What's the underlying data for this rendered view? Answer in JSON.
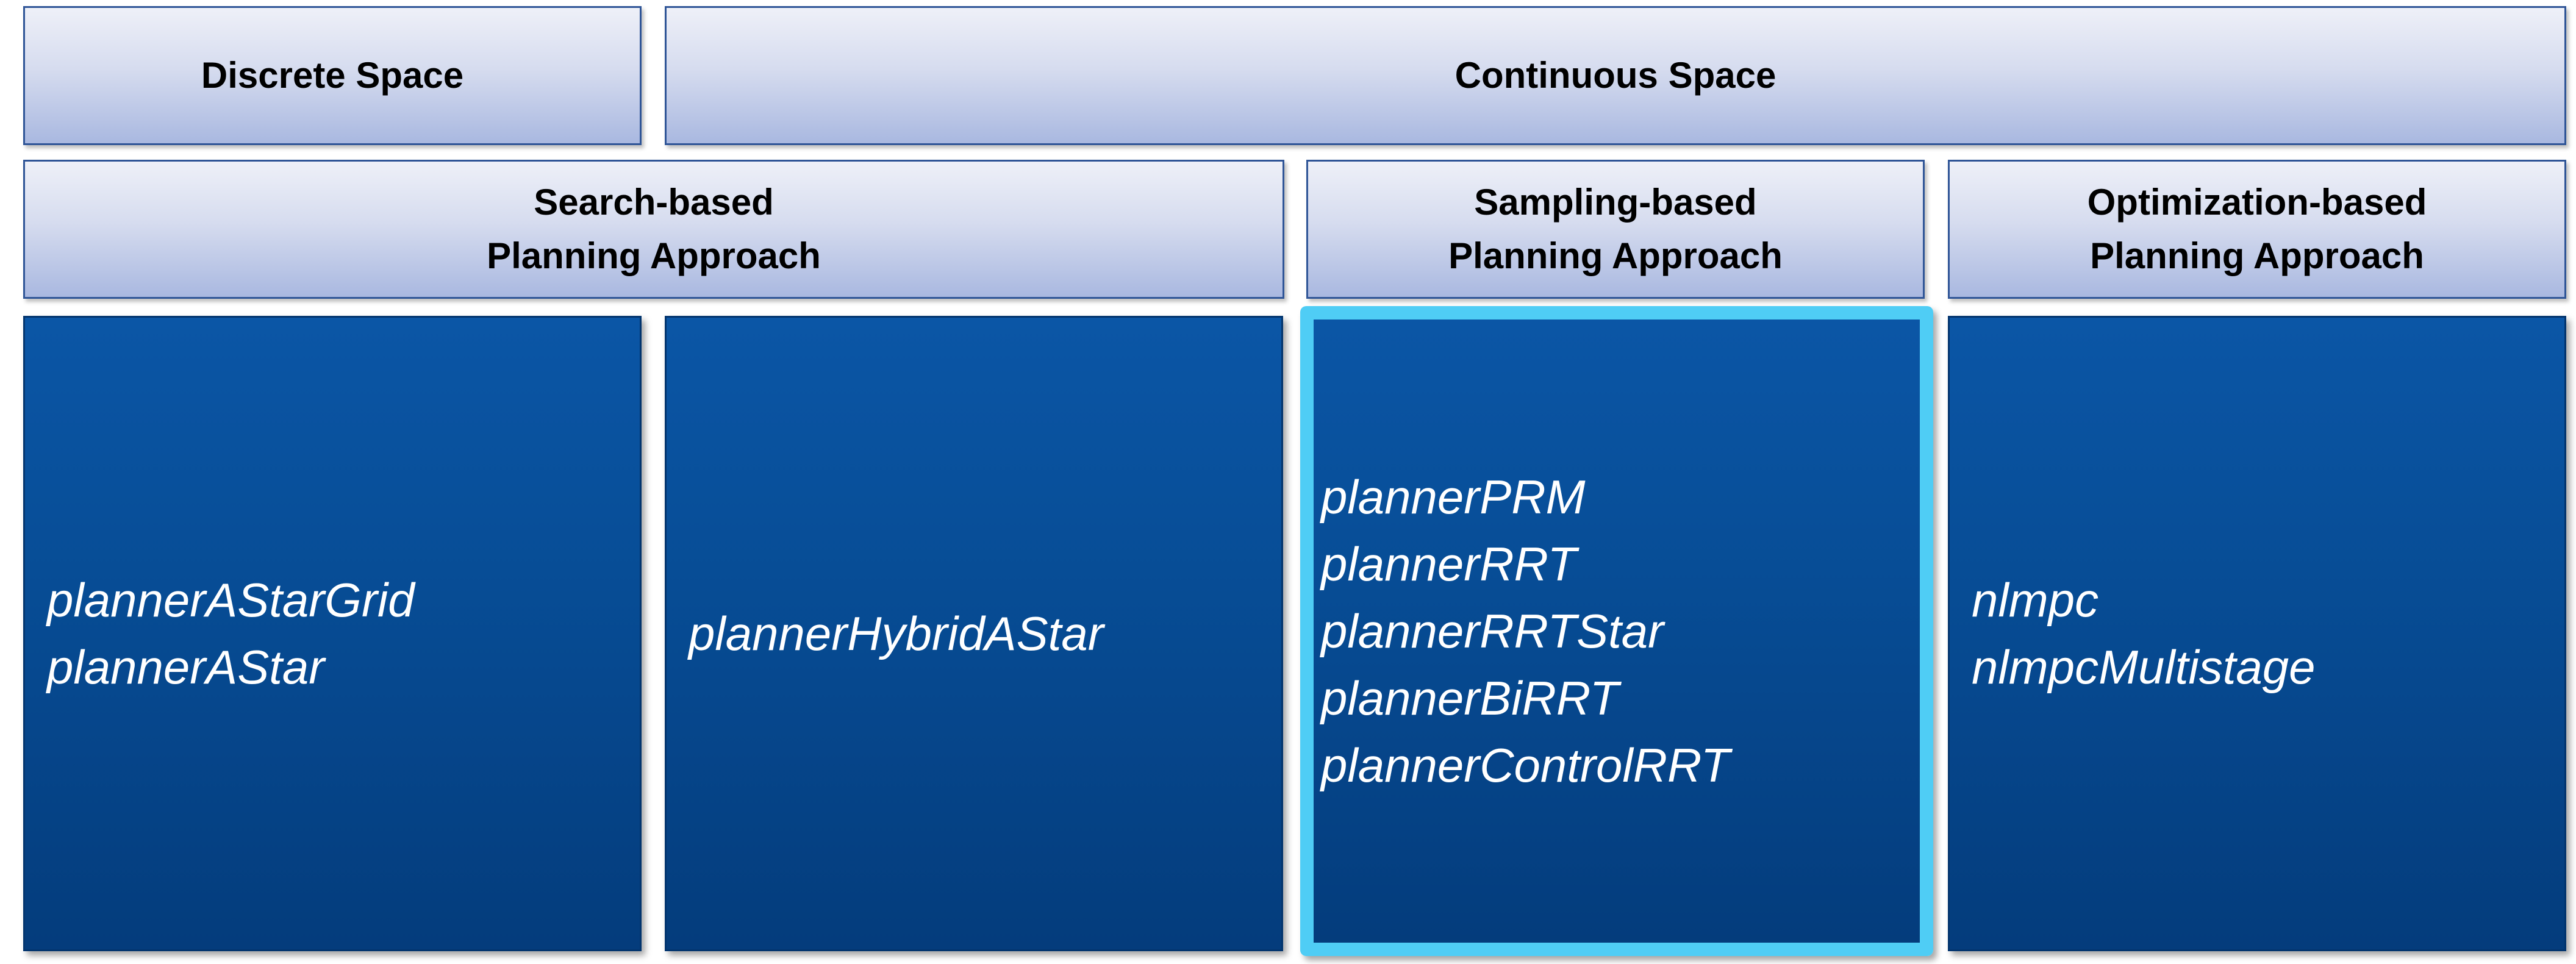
{
  "headers": {
    "discrete": "Discrete Space",
    "continuous": "Continuous Space",
    "search": {
      "line1": "Search-based",
      "line2": "Planning Approach"
    },
    "sampling": {
      "line1": "Sampling-based",
      "line2": "Planning Approach"
    },
    "optimization": {
      "line1": "Optimization-based",
      "line2": "Planning Approach"
    }
  },
  "boxes": {
    "search_discrete": [
      "plannerAStarGrid",
      "plannerAStar"
    ],
    "search_continuous": [
      "plannerHybridAStar"
    ],
    "sampling": [
      "plannerPRM",
      "plannerRRT",
      "plannerRRTStar",
      "plannerBiRRT",
      "plannerControlRRT"
    ],
    "optimization": [
      "nlmpc",
      "nlmpcMultistage"
    ]
  },
  "colors": {
    "box_fill": "#074d96",
    "header_fill": "#d6dcef",
    "header_border": "#2f5597",
    "highlight_border": "#4fcdf5"
  }
}
